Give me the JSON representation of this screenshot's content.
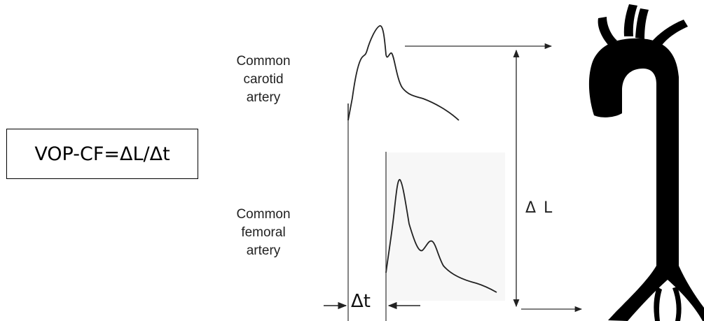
{
  "formula": {
    "text": "VOP-CF=ΔL/Δt"
  },
  "carotid": {
    "line1": "Common",
    "line2": "carotid",
    "line3": "artery"
  },
  "femoral": {
    "line1": "Common",
    "line2": "femoral",
    "line3": "artery"
  },
  "measures": {
    "distance_label": "Δ L",
    "time_label": "Δt"
  },
  "colors": {
    "ink": "#000000",
    "waveform": "#222222",
    "panel": "#f7f7f7"
  }
}
